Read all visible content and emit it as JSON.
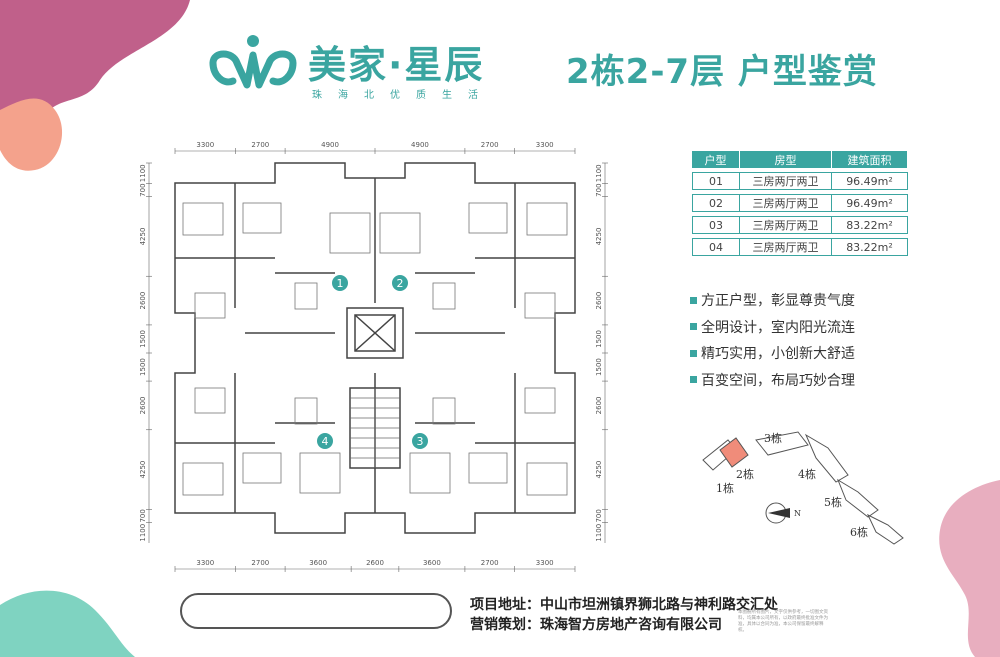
{
  "brand": {
    "name": "美家·星辰",
    "slogan": "珠海北优质生活"
  },
  "title": "2栋2-7层 户型鉴赏",
  "colors": {
    "accent": "#3aa5a0",
    "pink": "#c0608a",
    "salmon": "#f4a28c",
    "mint": "#7fd3c1"
  },
  "plan": {
    "dims_top": [
      "3300",
      "2700",
      "4900",
      "4900",
      "2700",
      "3300"
    ],
    "dims_bottom": [
      "3300",
      "2700",
      "3600",
      "2600",
      "3600",
      "2700",
      "3300"
    ],
    "dims_left": [
      "1100",
      "700",
      "4250",
      "2600",
      "1500",
      "1500",
      "2600",
      "4250",
      "700",
      "1100"
    ],
    "dims_right": [
      "1100",
      "700",
      "4250",
      "2600",
      "1500",
      "1500",
      "2600",
      "4250",
      "700",
      "1100"
    ],
    "unit_markers": [
      "1",
      "2",
      "3",
      "4"
    ]
  },
  "units_table": {
    "headers": [
      "户型",
      "房型",
      "建筑面积"
    ],
    "rows": [
      {
        "no": "01",
        "type": "三房两厅两卫",
        "area": "96.49m²"
      },
      {
        "no": "02",
        "type": "三房两厅两卫",
        "area": "96.49m²"
      },
      {
        "no": "03",
        "type": "三房两厅两卫",
        "area": "83.22m²"
      },
      {
        "no": "04",
        "type": "三房两厅两卫",
        "area": "83.22m²"
      }
    ]
  },
  "features": [
    "方正户型，彰显尊贵气度",
    "全明设计，室内阳光流连",
    "精巧实用，小创新大舒适",
    "百变空间，布局巧妙合理"
  ],
  "sitemap": {
    "labels": [
      "1栋",
      "2栋",
      "3栋",
      "4栋",
      "5栋",
      "6栋"
    ],
    "north": "N"
  },
  "footer": {
    "address": "项目地址：中山市坦洲镇界狮北路与神利路交汇处",
    "agent": "营销策划：珠海智方房地产咨询有限公司",
    "disclaimer": "本图册所有图片，文字仅供参考，一切图文资料，均属本公司所有，以政府最终批准文件为准，具体以合同为准，本公司保留最终解释权。"
  }
}
